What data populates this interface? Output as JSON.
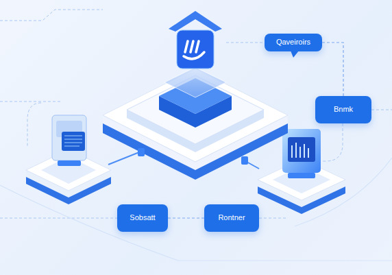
{
  "diagram": {
    "nodes": [
      {
        "text": [
          "Qaveiroirs"
        ]
      },
      {
        "text": [
          "Bnmk"
        ]
      },
      {
        "text": [
          "Sobsatt"
        ]
      },
      {
        "text": [
          "Rontner"
        ]
      }
    ],
    "edges": [
      {
        "from": 0,
        "to": 1,
        "arrow": "none"
      },
      {
        "from": 2,
        "to": 3,
        "arrow": "none"
      }
    ]
  }
}
